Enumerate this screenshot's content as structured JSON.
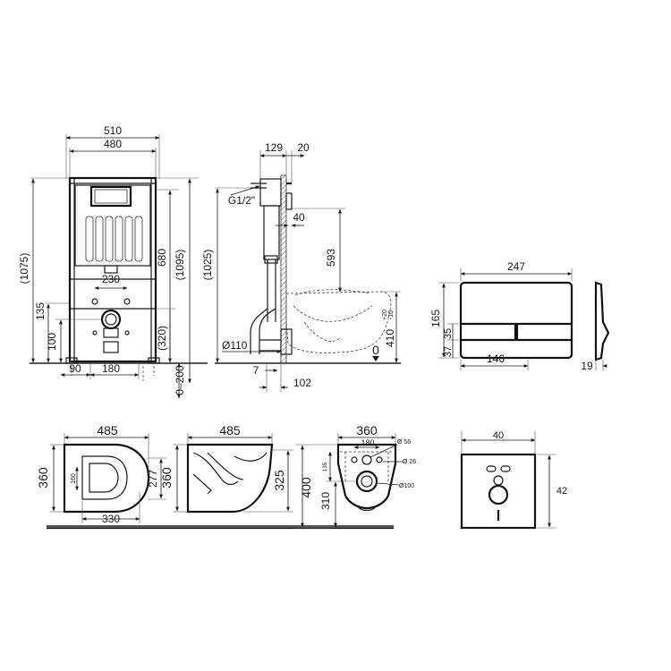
{
  "front_view": {
    "overall_width": "510",
    "frame_width": "480",
    "height_outer": "(1095)",
    "height_total": "(1075)",
    "height_680": "680",
    "drain_spacing": "230",
    "h_135": "135",
    "h_100": "100",
    "h_320": "(320)",
    "w_90": "90",
    "w_180": "180",
    "adjust": "0–200"
  },
  "side_view": {
    "d_129": "129",
    "d_20": "20",
    "thread": "G1/2\"",
    "d_40": "40",
    "h_1025": "(1025)",
    "h_593": "593",
    "pipe": "Ø110",
    "d_7": "7",
    "d_102": "102",
    "h_410": "410",
    "tol_plus": "+20",
    "tol_minus": "-10",
    "zero": "0"
  },
  "flush_plate": {
    "width": "247",
    "height": "165",
    "h_37": "37",
    "h_35": "35",
    "offset": "146",
    "depth": "19"
  },
  "bowl_top": {
    "length": "485",
    "width": "360",
    "inner_width": "277",
    "seat_width": "160",
    "base_length": "330"
  },
  "bowl_side": {
    "length": "485",
    "height_360": "360",
    "height_325": "325"
  },
  "bowl_back": {
    "width": "360",
    "bolt_spacing": "180",
    "dia_56": "Ø 56",
    "dia_26": "Ø 26",
    "dia_100": "Ø100",
    "h_135": "135",
    "h_400": "400",
    "h_310": "310"
  },
  "sound_pad": {
    "width": "40",
    "height": "42"
  }
}
